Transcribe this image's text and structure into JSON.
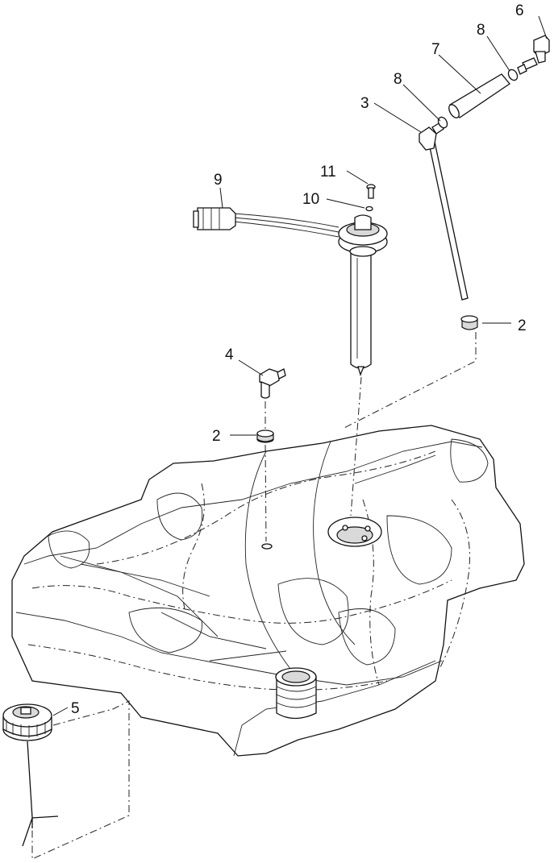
{
  "callouts": [
    {
      "id": "c2a",
      "label": "2"
    },
    {
      "id": "c2b",
      "label": "2"
    },
    {
      "id": "c3",
      "label": "3"
    },
    {
      "id": "c4",
      "label": "4"
    },
    {
      "id": "c5",
      "label": "5"
    },
    {
      "id": "c6",
      "label": "6"
    },
    {
      "id": "c7",
      "label": "7"
    },
    {
      "id": "c8a",
      "label": "8"
    },
    {
      "id": "c8b",
      "label": "8"
    },
    {
      "id": "c9",
      "label": "9"
    },
    {
      "id": "c10",
      "label": "10"
    },
    {
      "id": "c11",
      "label": "11"
    }
  ]
}
